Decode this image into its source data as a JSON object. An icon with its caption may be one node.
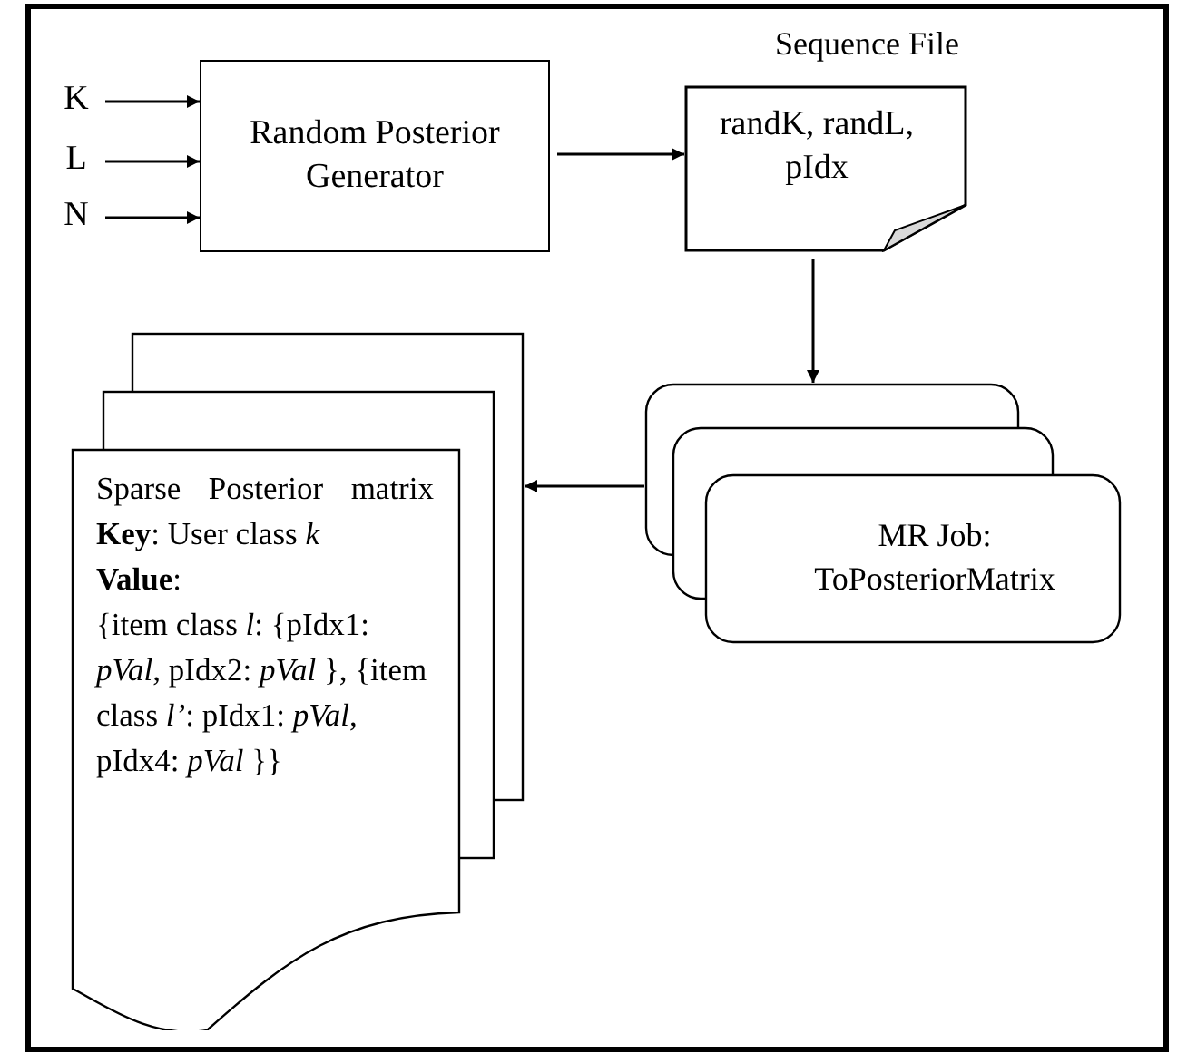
{
  "diagram": {
    "nodes": [
      {
        "text": [
          "K"
        ]
      },
      {
        "text": [
          "L"
        ]
      },
      {
        "text": [
          "N"
        ]
      },
      {
        "text": [
          "Random Posterior Generator"
        ]
      },
      {
        "text": [
          "Sequence File",
          "randK, randL, pIdx"
        ]
      },
      {
        "text": [
          "MR Job: ToPosteriorMatrix"
        ]
      },
      {
        "text": [
          "Sparse Posterior matrix",
          "**Key**: User class *k*",
          "**Value**:",
          "{item class *l*: {pIdx1: *pVal*, pIdx2: *pVal* }, {item class *l’*: pIdx1: *pVal*, pIdx4: *pVal* }}"
        ]
      }
    ],
    "edges": [
      {
        "from": 0,
        "to": 3,
        "arrow": "to"
      },
      {
        "from": 1,
        "to": 3,
        "arrow": "to"
      },
      {
        "from": 2,
        "to": 3,
        "arrow": "to"
      },
      {
        "from": 3,
        "to": 4,
        "arrow": "to"
      },
      {
        "from": 4,
        "to": 5,
        "arrow": "to"
      },
      {
        "from": 5,
        "to": 6,
        "arrow": "to"
      }
    ]
  }
}
